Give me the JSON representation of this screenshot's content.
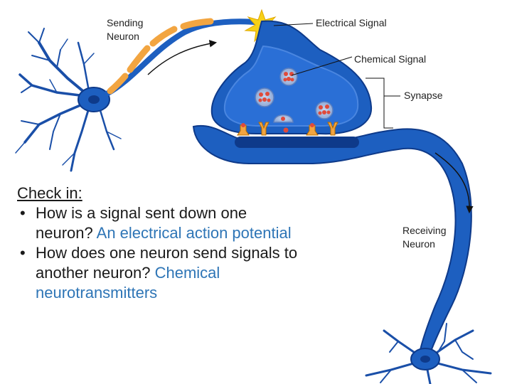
{
  "labels": {
    "sending_neuron": [
      "Sending",
      "Neuron"
    ],
    "electrical_signal": "Electrical Signal",
    "chemical_signal": "Chemical Signal",
    "synapse": "Synapse",
    "receiving_neuron": [
      "Receiving",
      "Neuron"
    ]
  },
  "checkin": {
    "title": "Check in:",
    "items": [
      {
        "question": "How is a signal sent down one neuron?",
        "answer": "An electrical action potential"
      },
      {
        "question": "How does one neuron send signals to another neuron?",
        "answer": "Chemical neurotransmitters"
      }
    ]
  },
  "colors": {
    "neuron_blue": "#1d5fc0",
    "neuron_dark": "#0e3a8a",
    "membrane_light": "#4a86e0",
    "myelin": "#f2a541",
    "vesicle": "#e04a3a",
    "spark": "#f7d117",
    "answer_text": "#2e75b6"
  }
}
